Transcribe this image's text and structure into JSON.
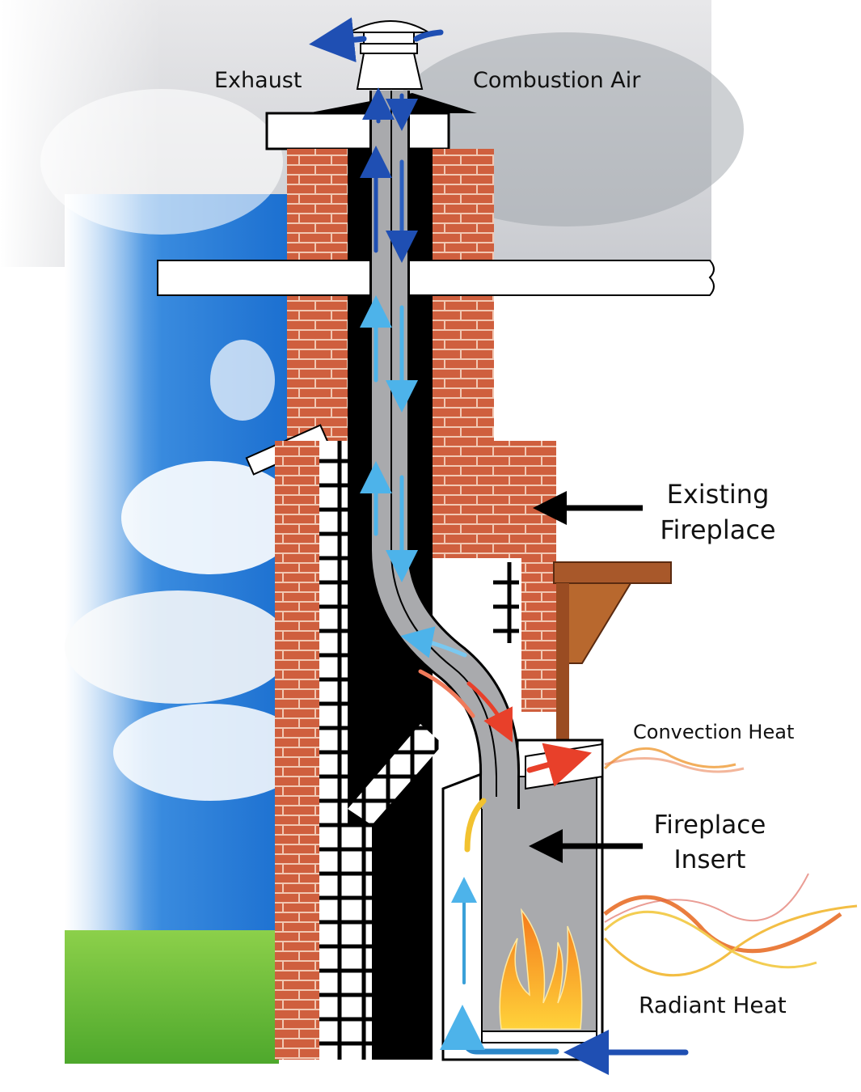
{
  "labels": {
    "exhaust": "Exhaust",
    "combustion_air": "Combustion Air",
    "existing_fireplace_1": "Existing",
    "existing_fireplace_2": "Fireplace",
    "convection_heat": "Convection Heat",
    "fireplace_insert_1": "Fireplace",
    "fireplace_insert_2": "Insert",
    "radiant_heat": "Radiant Heat"
  },
  "colors": {
    "brick": "#c8583a",
    "flue": "#000000",
    "liner": "#a9aaad",
    "sky": "#2f7fd8",
    "grass": "#6cbf3c",
    "mantel": "#a8582a",
    "arrow_blue": "#1f4fb3",
    "arrow_red": "#e8402a"
  }
}
